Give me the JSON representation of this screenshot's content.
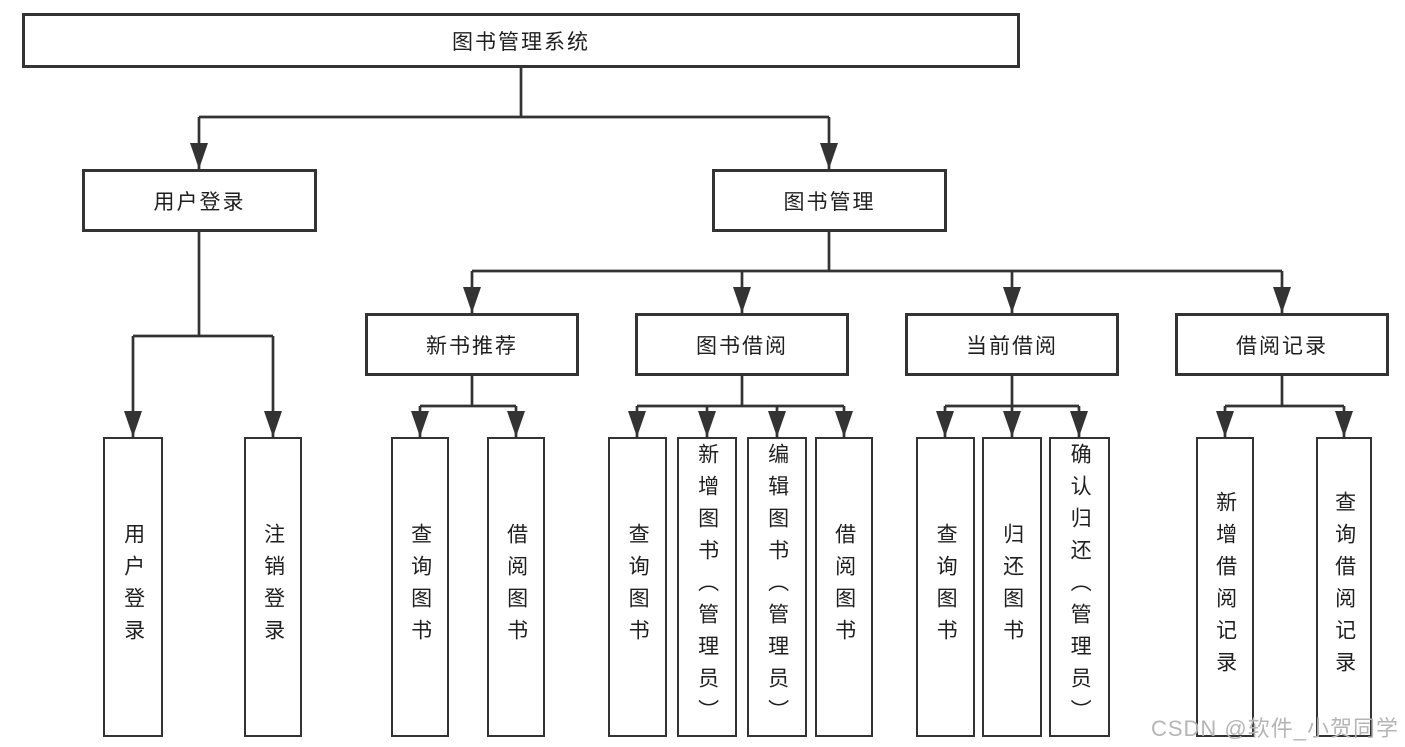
{
  "diagram": {
    "root": {
      "label": "图书管理系统"
    },
    "level2": [
      {
        "label": "用户登录",
        "parent": "图书管理系统"
      },
      {
        "label": "图书管理",
        "parent": "图书管理系统"
      }
    ],
    "level3": [
      {
        "label": "新书推荐",
        "parent": "图书管理"
      },
      {
        "label": "图书借阅",
        "parent": "图书管理"
      },
      {
        "label": "当前借阅",
        "parent": "图书管理"
      },
      {
        "label": "借阅记录",
        "parent": "图书管理"
      }
    ],
    "leaves": [
      {
        "label": "用户登录",
        "parent": "用户登录"
      },
      {
        "label": "注销登录",
        "parent": "用户登录"
      },
      {
        "label": "查询图书",
        "parent": "新书推荐"
      },
      {
        "label": "借阅图书",
        "parent": "新书推荐"
      },
      {
        "label": "查询图书",
        "parent": "图书借阅"
      },
      {
        "label": "新增图书（管理员）",
        "parent": "图书借阅"
      },
      {
        "label": "编辑图书（管理员）",
        "parent": "图书借阅"
      },
      {
        "label": "借阅图书",
        "parent": "图书借阅"
      },
      {
        "label": "查询图书",
        "parent": "当前借阅"
      },
      {
        "label": "归还图书",
        "parent": "当前借阅"
      },
      {
        "label": "确认归还（管理员）",
        "parent": "当前借阅"
      },
      {
        "label": "新增借阅记录",
        "parent": "借阅记录"
      },
      {
        "label": "查询借阅记录",
        "parent": "借阅记录"
      }
    ]
  },
  "watermark": "CSDN @软件_小贺同学",
  "colors": {
    "line": "#333333",
    "border": "#333333",
    "text": "#1f1f1f",
    "watermark": "#b5b5b5",
    "background": "#ffffff"
  }
}
